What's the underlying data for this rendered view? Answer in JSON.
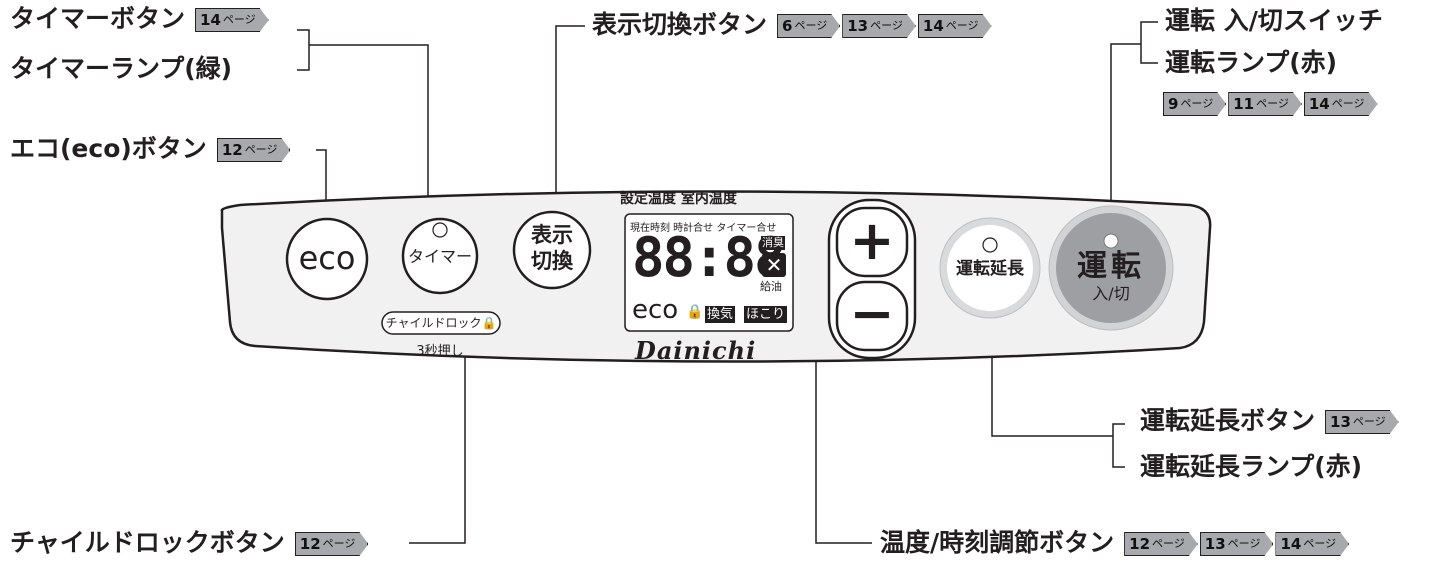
{
  "labels": {
    "timer_button": "タイマーボタン",
    "timer_lamp": "タイマーランプ(緑)",
    "eco_button": "エコ(eco)ボタン",
    "display_button": "表示切換ボタン",
    "power_switch": "運転 入/切スイッチ",
    "power_lamp": "運転ランプ(赤)",
    "extend_button": "運転延長ボタン",
    "extend_lamp": "運転延長ランプ(赤)",
    "child_lock_button": "チャイルドロックボタン",
    "temp_time_button": "温度/時刻調節ボタン"
  },
  "page_suffix": "ページ",
  "refs": {
    "timer": [
      "14"
    ],
    "eco": [
      "12"
    ],
    "display": [
      "6",
      "13",
      "14"
    ],
    "power": [
      "9",
      "11",
      "14"
    ],
    "extend": [
      "13"
    ],
    "child_lock": [
      "12"
    ],
    "temp_time": [
      "12",
      "13",
      "14"
    ]
  },
  "panel": {
    "eco_label": "eco",
    "timer_label": "タイマー",
    "display_label_1": "表示",
    "display_label_2": "切換",
    "plus": "+",
    "minus": "−",
    "extend_label": "運転延長",
    "power_label_1": "運転",
    "power_label_2": "入/切",
    "child_lock_badge": "チャイルドロック",
    "child_lock_hint": "3秒押し"
  },
  "display_panel": {
    "header": "設定温度 室内温度",
    "top_labels": "現在時刻 時計合せ タイマー合せ",
    "digits": "88:88",
    "deodorize": "消臭",
    "refuel": "給油",
    "eco": "eco",
    "ventilate": "換気",
    "dust": "ほこり",
    "brand": "Dainichi"
  },
  "colors": {
    "tag_fill": "#a7a9ac",
    "power_button": "#9d9fa2",
    "extend_ring": "#d9dadb",
    "panel_fill": "#f1f1f2"
  }
}
